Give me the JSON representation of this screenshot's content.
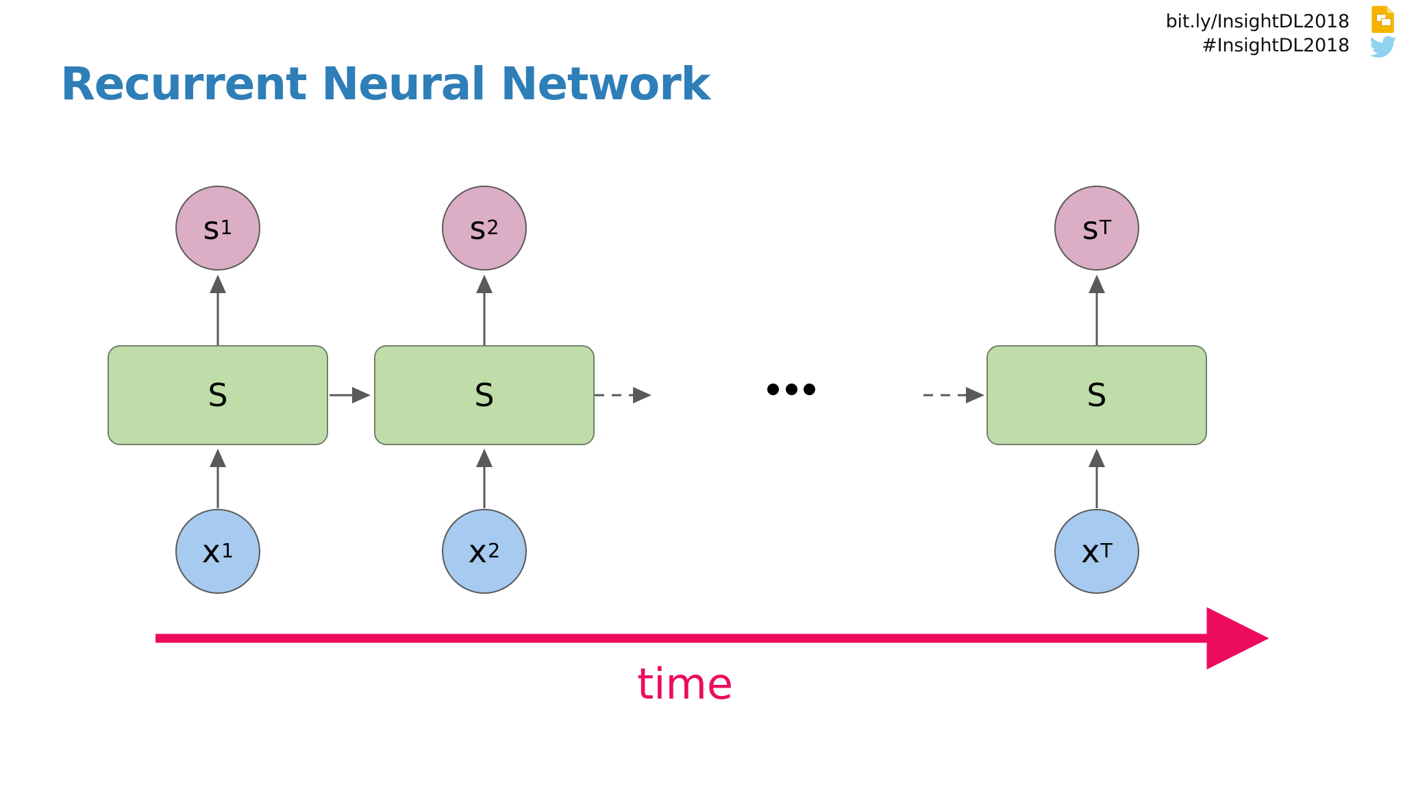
{
  "header": {
    "link": "bit.ly/InsightDL2018",
    "hashtag": "#InsightDL2018",
    "slides_icon": "google-slides-icon",
    "twitter_icon": "twitter-bird-icon"
  },
  "title": "Recurrent Neural Network",
  "colors": {
    "title_blue": "#2E7EB8",
    "state_pink": "#DBAEC5",
    "cell_green": "#C0DDA9",
    "input_blue": "#A6CAF0",
    "node_border": "#5A5A5A",
    "cell_border": "#6F806A",
    "arrow_gray": "#5A5A5A",
    "time_pink": "#ED0B5E"
  },
  "diagram": {
    "type": "unrolled-rnn",
    "time_axis_label": "time",
    "ellipsis": "…",
    "columns": [
      {
        "index": 1,
        "state": {
          "symbol": "s",
          "subscript": "1"
        },
        "cell": {
          "symbol": "S"
        },
        "input": {
          "symbol": "x",
          "subscript": "1"
        }
      },
      {
        "index": 2,
        "state": {
          "symbol": "s",
          "subscript": "2"
        },
        "cell": {
          "symbol": "S"
        },
        "input": {
          "symbol": "x",
          "subscript": "2"
        }
      },
      {
        "index": 3,
        "state": {
          "symbol": "s",
          "subscript": "T"
        },
        "cell": {
          "symbol": "S"
        },
        "input": {
          "symbol": "x",
          "subscript": "T"
        }
      }
    ],
    "edges": [
      {
        "from": "x1",
        "to": "cell1",
        "style": "solid",
        "direction": "up"
      },
      {
        "from": "cell1",
        "to": "s1",
        "style": "solid",
        "direction": "up"
      },
      {
        "from": "x2",
        "to": "cell2",
        "style": "solid",
        "direction": "up"
      },
      {
        "from": "cell2",
        "to": "s2",
        "style": "solid",
        "direction": "up"
      },
      {
        "from": "xT",
        "to": "cell3",
        "style": "solid",
        "direction": "up"
      },
      {
        "from": "cell3",
        "to": "sT",
        "style": "solid",
        "direction": "up"
      },
      {
        "from": "cell1",
        "to": "cell2",
        "style": "solid",
        "direction": "right"
      },
      {
        "from": "cell2",
        "to": "ellipsis",
        "style": "dashed",
        "direction": "right"
      },
      {
        "from": "ellipsis",
        "to": "cell3",
        "style": "dashed",
        "direction": "right"
      }
    ]
  }
}
